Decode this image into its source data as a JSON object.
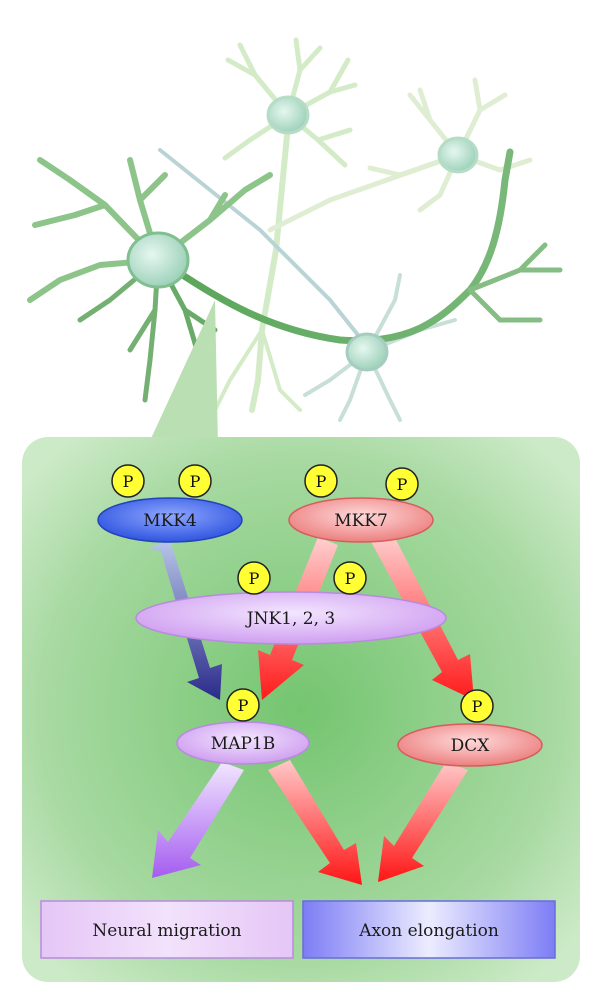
{
  "phospho_label": "P",
  "kinases": {
    "mkk4": "MKK4",
    "mkk7": "MKK7",
    "jnk": "JNK1, 2, 3"
  },
  "substrates": {
    "map1b": "MAP1B",
    "dcx": "DCX"
  },
  "outcomes": {
    "neural_migration": "Neural migration",
    "axon_elongation": "Axon elongation"
  },
  "colors": {
    "panel_green": "#8fd08a",
    "mkk4_blue": "#3b5fe0",
    "mkk7_red": "#f08a8a",
    "jnk_purple": "#d4a8f0",
    "phospho_yellow": "#ffff33",
    "arrow_red": "#ff2020",
    "arrow_navy": "#2a2a8a",
    "arrow_violet": "#b070f0"
  }
}
